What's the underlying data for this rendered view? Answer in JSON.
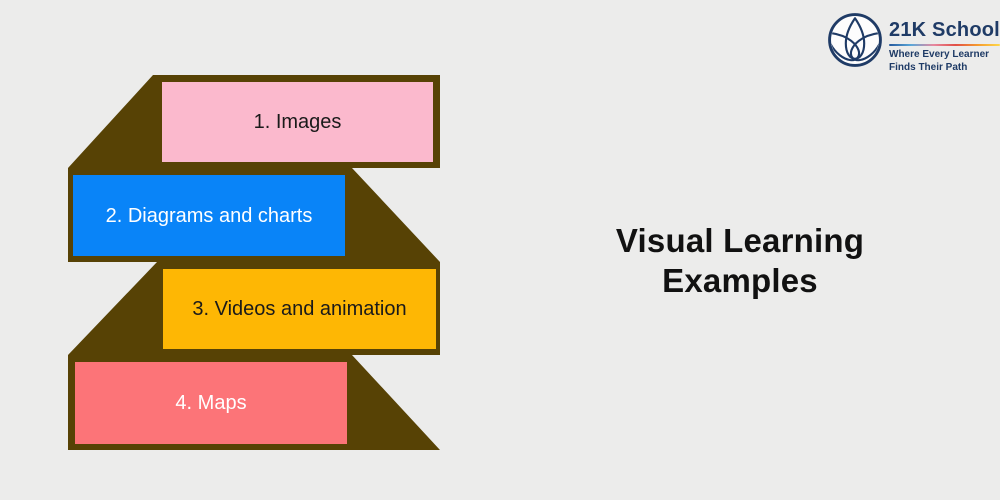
{
  "page": {
    "background": "#ECECEB"
  },
  "title": {
    "line1": "Visual Learning",
    "line2": "Examples",
    "color": "#111111"
  },
  "diagram": {
    "type": "stacked-ribbon-list",
    "ribbon_color": "#574205",
    "items": [
      {
        "label": "1. Images",
        "fill": "#FBB9CD",
        "text_color": "#1A1A1A"
      },
      {
        "label": "2. Diagrams and charts",
        "fill": "#0984F8",
        "text_color": "#FFFFFF"
      },
      {
        "label": "3. Videos and animation",
        "fill": "#FEB704",
        "text_color": "#1A1A1A"
      },
      {
        "label": "4. Maps",
        "fill": "#FC7478",
        "text_color": "#FFFFFF"
      }
    ]
  },
  "logo": {
    "brand": "21K School",
    "tagline_line1": "Where Every Learner",
    "tagline_line2": "Finds Their Path",
    "navy": "#1F3B66",
    "icon": "lotus-in-circle-icon",
    "gradient_stops": [
      "#25589C",
      "#5BA7D8",
      "#E789A0",
      "#E14F46",
      "#F59B2D",
      "#FFD84A"
    ]
  }
}
